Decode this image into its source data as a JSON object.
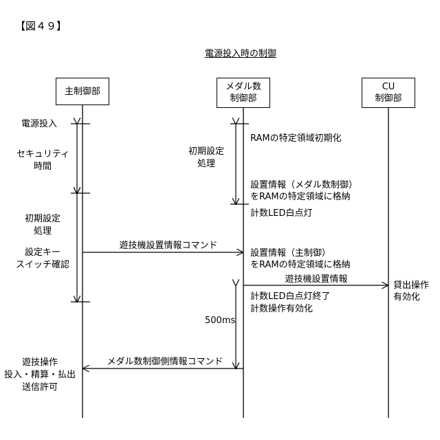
{
  "figure_label": "【図４９】",
  "title": "電源投入時の制御",
  "lanes": {
    "main": "主制御部",
    "medal_1": "メダル数",
    "medal_2": "制御部",
    "cu_1": "CU",
    "cu_2": "制御部"
  },
  "left_labels": {
    "power_on": "電源投入",
    "security_1": "セキュリティ",
    "security_2": "時間",
    "init_1": "初期設定",
    "init_2": "処理",
    "key_1": "設定キー",
    "key_2": "スイッチ確認",
    "allow_1": "遊技操作",
    "allow_2": "投入・精算・払出",
    "allow_3": "送信許可"
  },
  "medal_labels": {
    "init_1": "初期設定",
    "init_2": "処理",
    "ram_init": "RAMの特定領域初期化",
    "store_1": "設置情報（メダル数制御）",
    "store_2": "をRAMの特定領域に格納",
    "led_on": "計数LED白点灯",
    "store_main_1": "設置情報（主制御）",
    "store_main_2": "をRAMの特定領域に格納",
    "led_end_1": "計数LED白点灯終了",
    "led_end_2": "計数操作有効化",
    "wait": "500ms"
  },
  "cu_labels": {
    "enable_1": "貸出操作",
    "enable_2": "有効化"
  },
  "messages": {
    "cmd_setting": "遊技機設置情報コマンド",
    "setting_info": "遊技機設置情報",
    "cmd_side": "メダル数制御側情報コマンド"
  }
}
